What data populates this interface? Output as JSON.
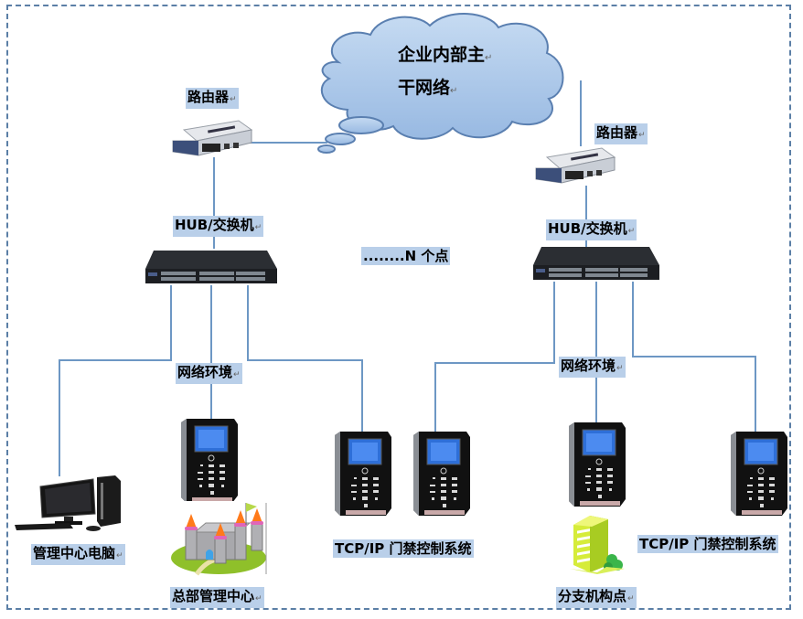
{
  "diagram": {
    "title": "TCP/IP 门禁控制系统网络拓扑",
    "cloud": {
      "line1": "企业内部主",
      "line2": "干网络"
    },
    "routers": [
      {
        "label": "路由器"
      },
      {
        "label": "路由器"
      }
    ],
    "switches": [
      {
        "label": "HUB/交换机"
      },
      {
        "label": "HUB/交换机"
      }
    ],
    "n_points": "........N 个点",
    "network_env": [
      {
        "label": "网络环境"
      },
      {
        "label": "网络环境"
      }
    ],
    "endpoints": {
      "management_pc": "管理中心电脑",
      "headquarters": "总部管理中心",
      "access_system_left": "TCP/IP 门禁控制系统",
      "branch": "分支机构点",
      "access_system_right": "TCP/IP 门禁控制系统"
    },
    "paragraph_mark": "↵",
    "colors": {
      "line": "#6d97c4",
      "label_bg": "#b9cfe9",
      "cloud_fill": "#a9c6e8",
      "cloud_stroke": "#5a7fb0",
      "frame": "#5b7fa6"
    }
  }
}
